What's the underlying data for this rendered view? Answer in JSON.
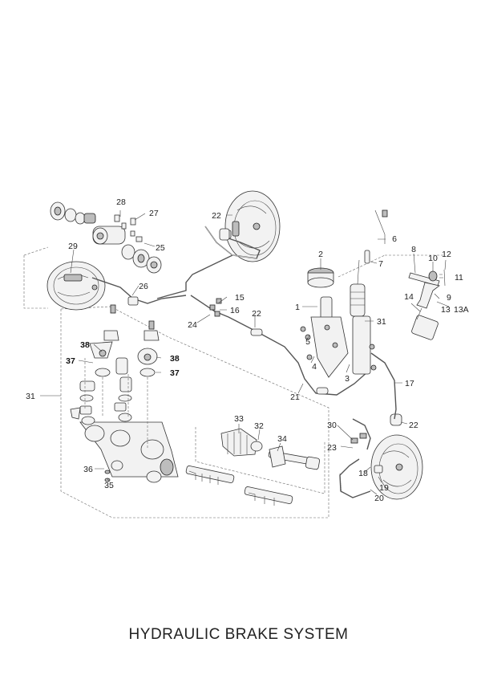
{
  "caption": "HYDRAULIC BRAKE SYSTEM",
  "callouts": [
    {
      "id": "c2",
      "text": "2"
    },
    {
      "id": "c6",
      "text": "6"
    },
    {
      "id": "c7",
      "text": "7"
    },
    {
      "id": "c8",
      "text": "8"
    },
    {
      "id": "c10",
      "text": "10"
    },
    {
      "id": "c12",
      "text": "12"
    },
    {
      "id": "c11",
      "text": "11"
    },
    {
      "id": "c9",
      "text": "9"
    },
    {
      "id": "c14",
      "text": "14"
    },
    {
      "id": "c13",
      "text": "13"
    },
    {
      "id": "c13a",
      "text": "13A"
    },
    {
      "id": "c1",
      "text": "1"
    },
    {
      "id": "c31r",
      "text": "31"
    },
    {
      "id": "c5",
      "text": "5"
    },
    {
      "id": "c4",
      "text": "4"
    },
    {
      "id": "c3",
      "text": "3"
    },
    {
      "id": "c17",
      "text": "17"
    },
    {
      "id": "c21",
      "text": "21"
    },
    {
      "id": "c22r",
      "text": "22"
    },
    {
      "id": "c22m",
      "text": "22"
    },
    {
      "id": "c22t",
      "text": "22"
    },
    {
      "id": "c15",
      "text": "15"
    },
    {
      "id": "c16",
      "text": "16"
    },
    {
      "id": "c24",
      "text": "24"
    },
    {
      "id": "c26",
      "text": "26"
    },
    {
      "id": "c28",
      "text": "28"
    },
    {
      "id": "c27",
      "text": "27"
    },
    {
      "id": "c25",
      "text": "25"
    },
    {
      "id": "c29",
      "text": "29"
    },
    {
      "id": "c38a",
      "text": "38"
    },
    {
      "id": "c37a",
      "text": "37"
    },
    {
      "id": "c38b",
      "text": "38"
    },
    {
      "id": "c37b",
      "text": "37"
    },
    {
      "id": "c31l",
      "text": "31"
    },
    {
      "id": "c33",
      "text": "33"
    },
    {
      "id": "c32",
      "text": "32"
    },
    {
      "id": "c34",
      "text": "34"
    },
    {
      "id": "c36",
      "text": "36"
    },
    {
      "id": "c35",
      "text": "35"
    },
    {
      "id": "c30",
      "text": "30"
    },
    {
      "id": "c23",
      "text": "23"
    },
    {
      "id": "c18",
      "text": "18"
    },
    {
      "id": "c19",
      "text": "19"
    },
    {
      "id": "c20",
      "text": "20"
    }
  ]
}
